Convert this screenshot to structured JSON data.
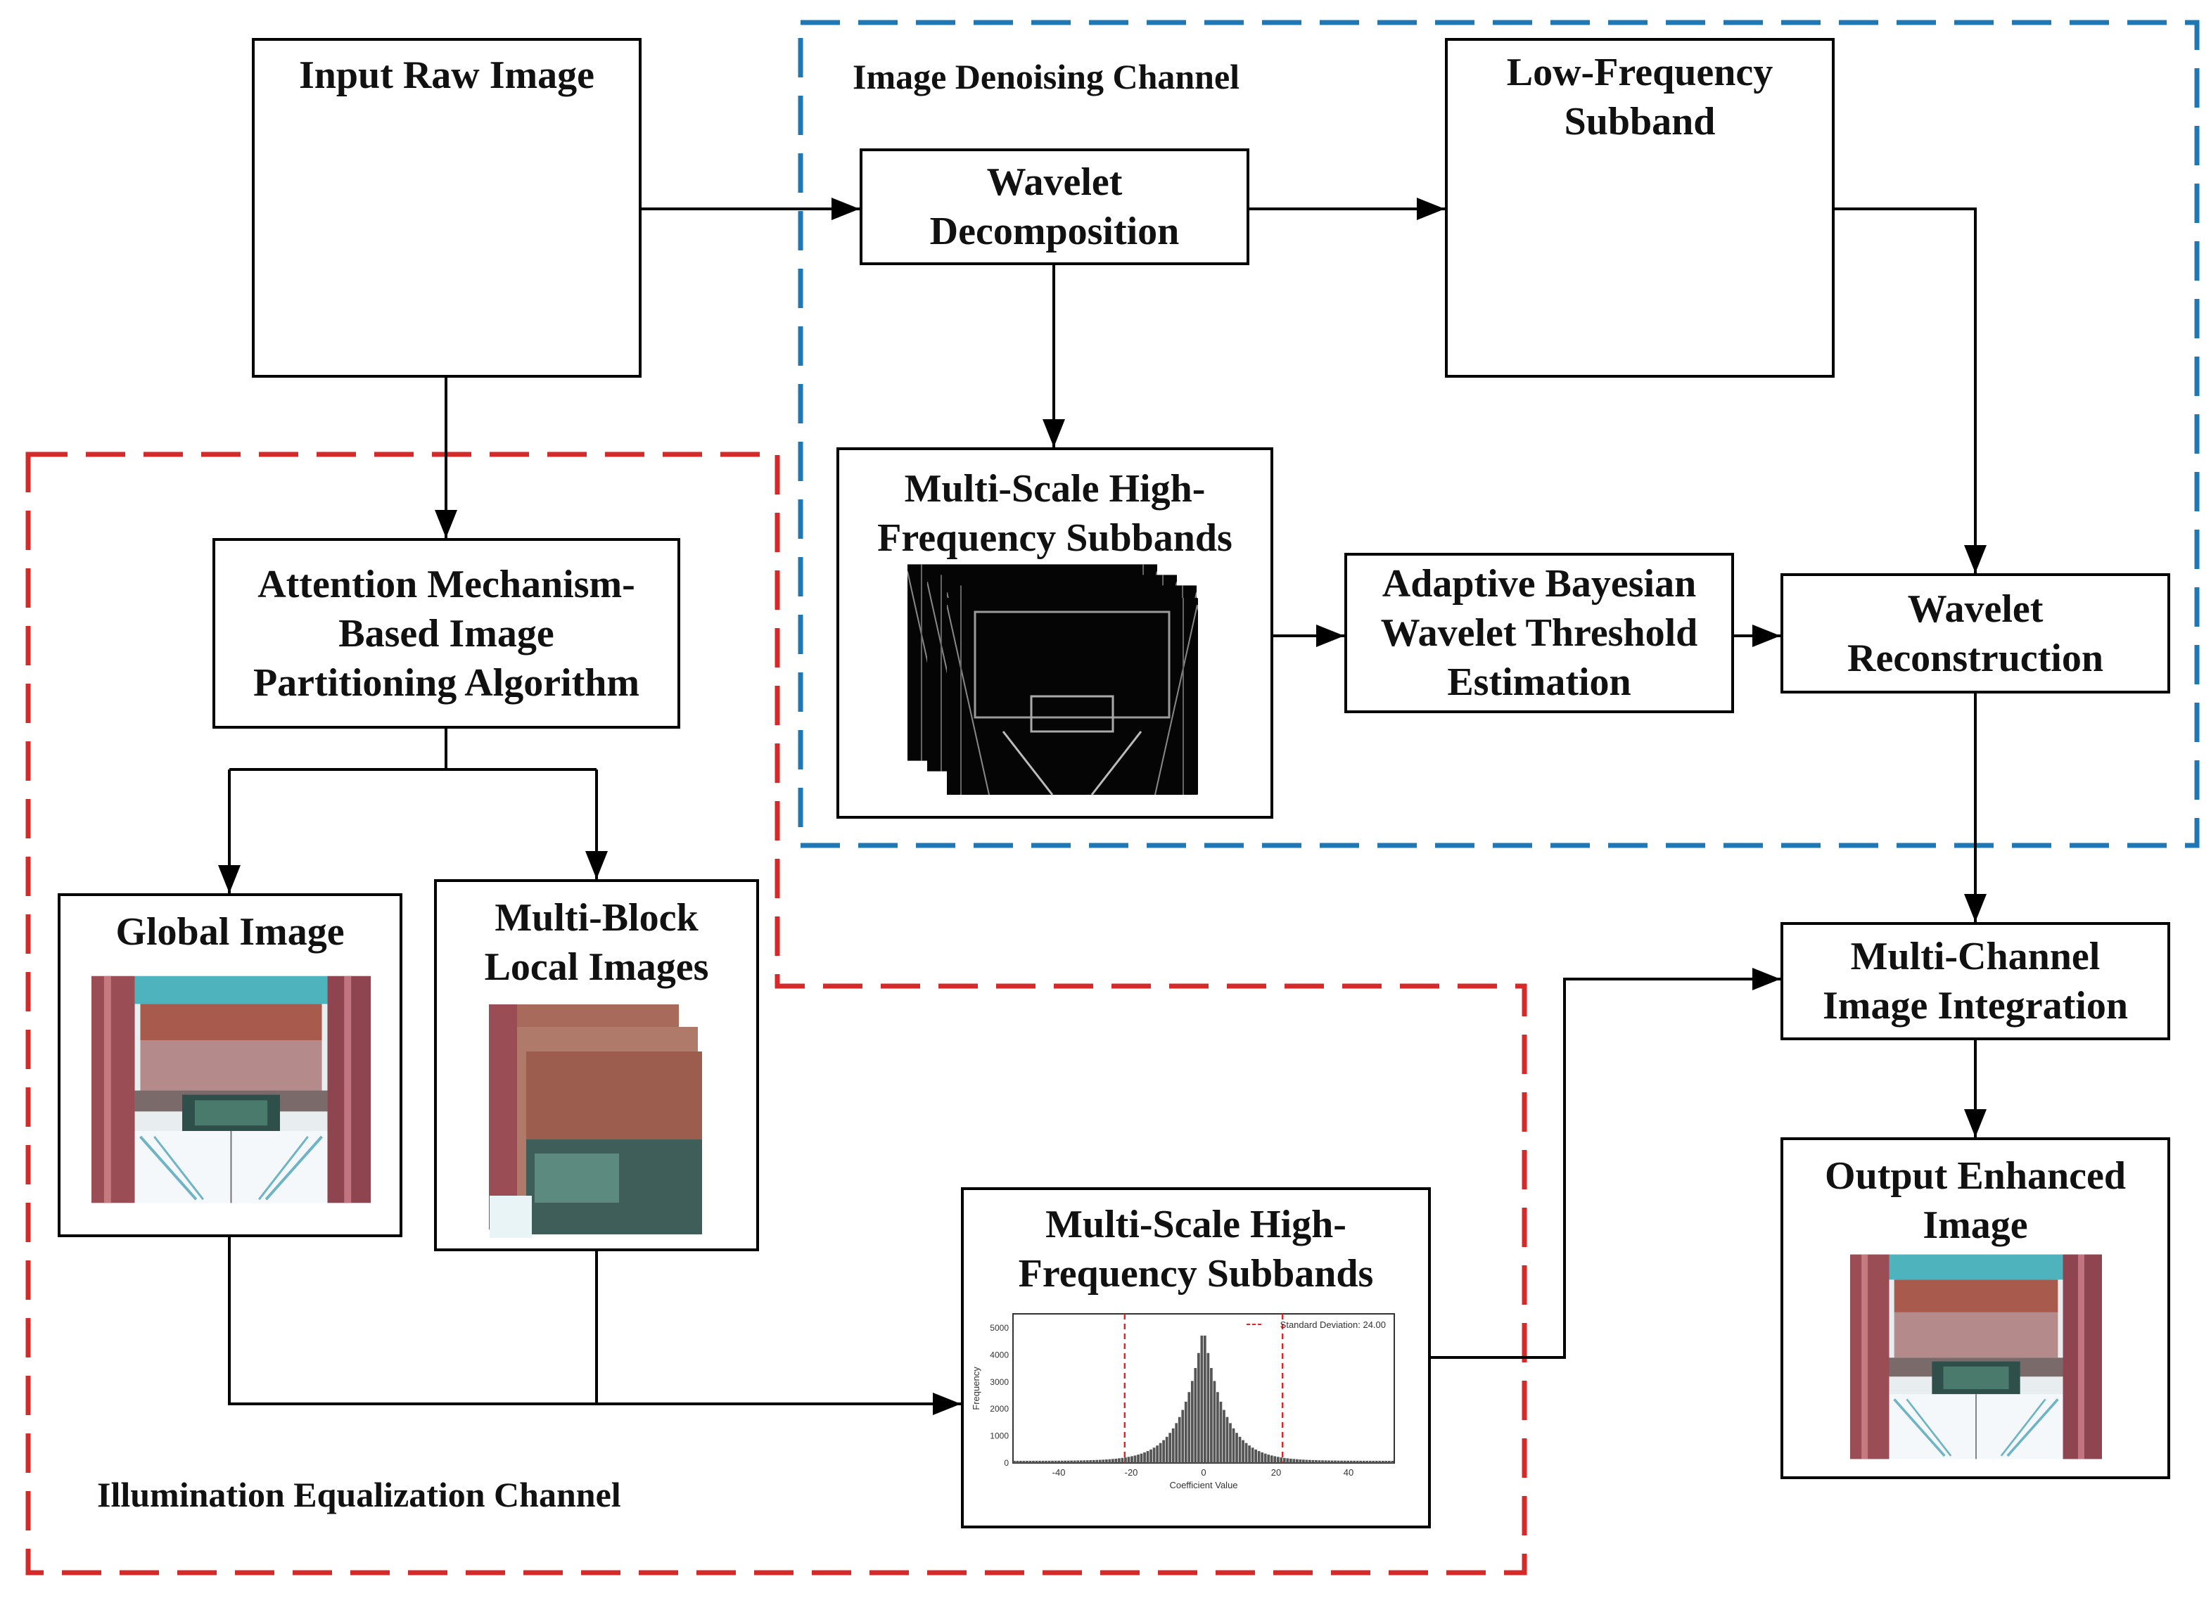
{
  "channels": {
    "denoising": {
      "title": "Image Denoising Channel",
      "color": "#1f77b4"
    },
    "illumination": {
      "title": "Illumination Equalization Channel",
      "color": "#d42a2a"
    }
  },
  "nodes": {
    "input_raw_image": "Input Raw Image",
    "wavelet_decomposition": [
      "Wavelet",
      "Decomposition"
    ],
    "low_frequency_subband": [
      "Low-Frequency",
      "Subband"
    ],
    "high_freq_subbands_top": [
      "Multi-Scale High-",
      "Frequency Subbands"
    ],
    "adaptive_bayesian": [
      "Adaptive Bayesian",
      "Wavelet Threshold",
      "Estimation"
    ],
    "wavelet_reconstruction": [
      "Wavelet",
      "Reconstruction"
    ],
    "attention_partitioning": [
      "Attention Mechanism-",
      "Based Image",
      "Partitioning Algorithm"
    ],
    "global_image": "Global Image",
    "multi_block_local": [
      "Multi-Block",
      "Local Images"
    ],
    "high_freq_subbands_bottom": [
      "Multi-Scale High-",
      "Frequency Subbands"
    ],
    "multi_channel_integration": [
      "Multi-Channel",
      "Image Integration"
    ],
    "output_enhanced_image": [
      "Output Enhanced",
      "Image"
    ]
  },
  "histogram": {
    "legend": "Standard Deviation: 24.00",
    "xlabel": "Coefficient Value",
    "ylabel": "Frequency",
    "x_ticks": [
      "-40",
      "-20",
      "0",
      "20",
      "40"
    ],
    "y_ticks": [
      "0",
      "1000",
      "2000",
      "3000",
      "4000",
      "5000"
    ]
  },
  "colors": {
    "stroke": "#000000",
    "photo_red": "#a0454a",
    "photo_teal": "#3fa7b0",
    "photo_wood": "#9a5a4a"
  }
}
